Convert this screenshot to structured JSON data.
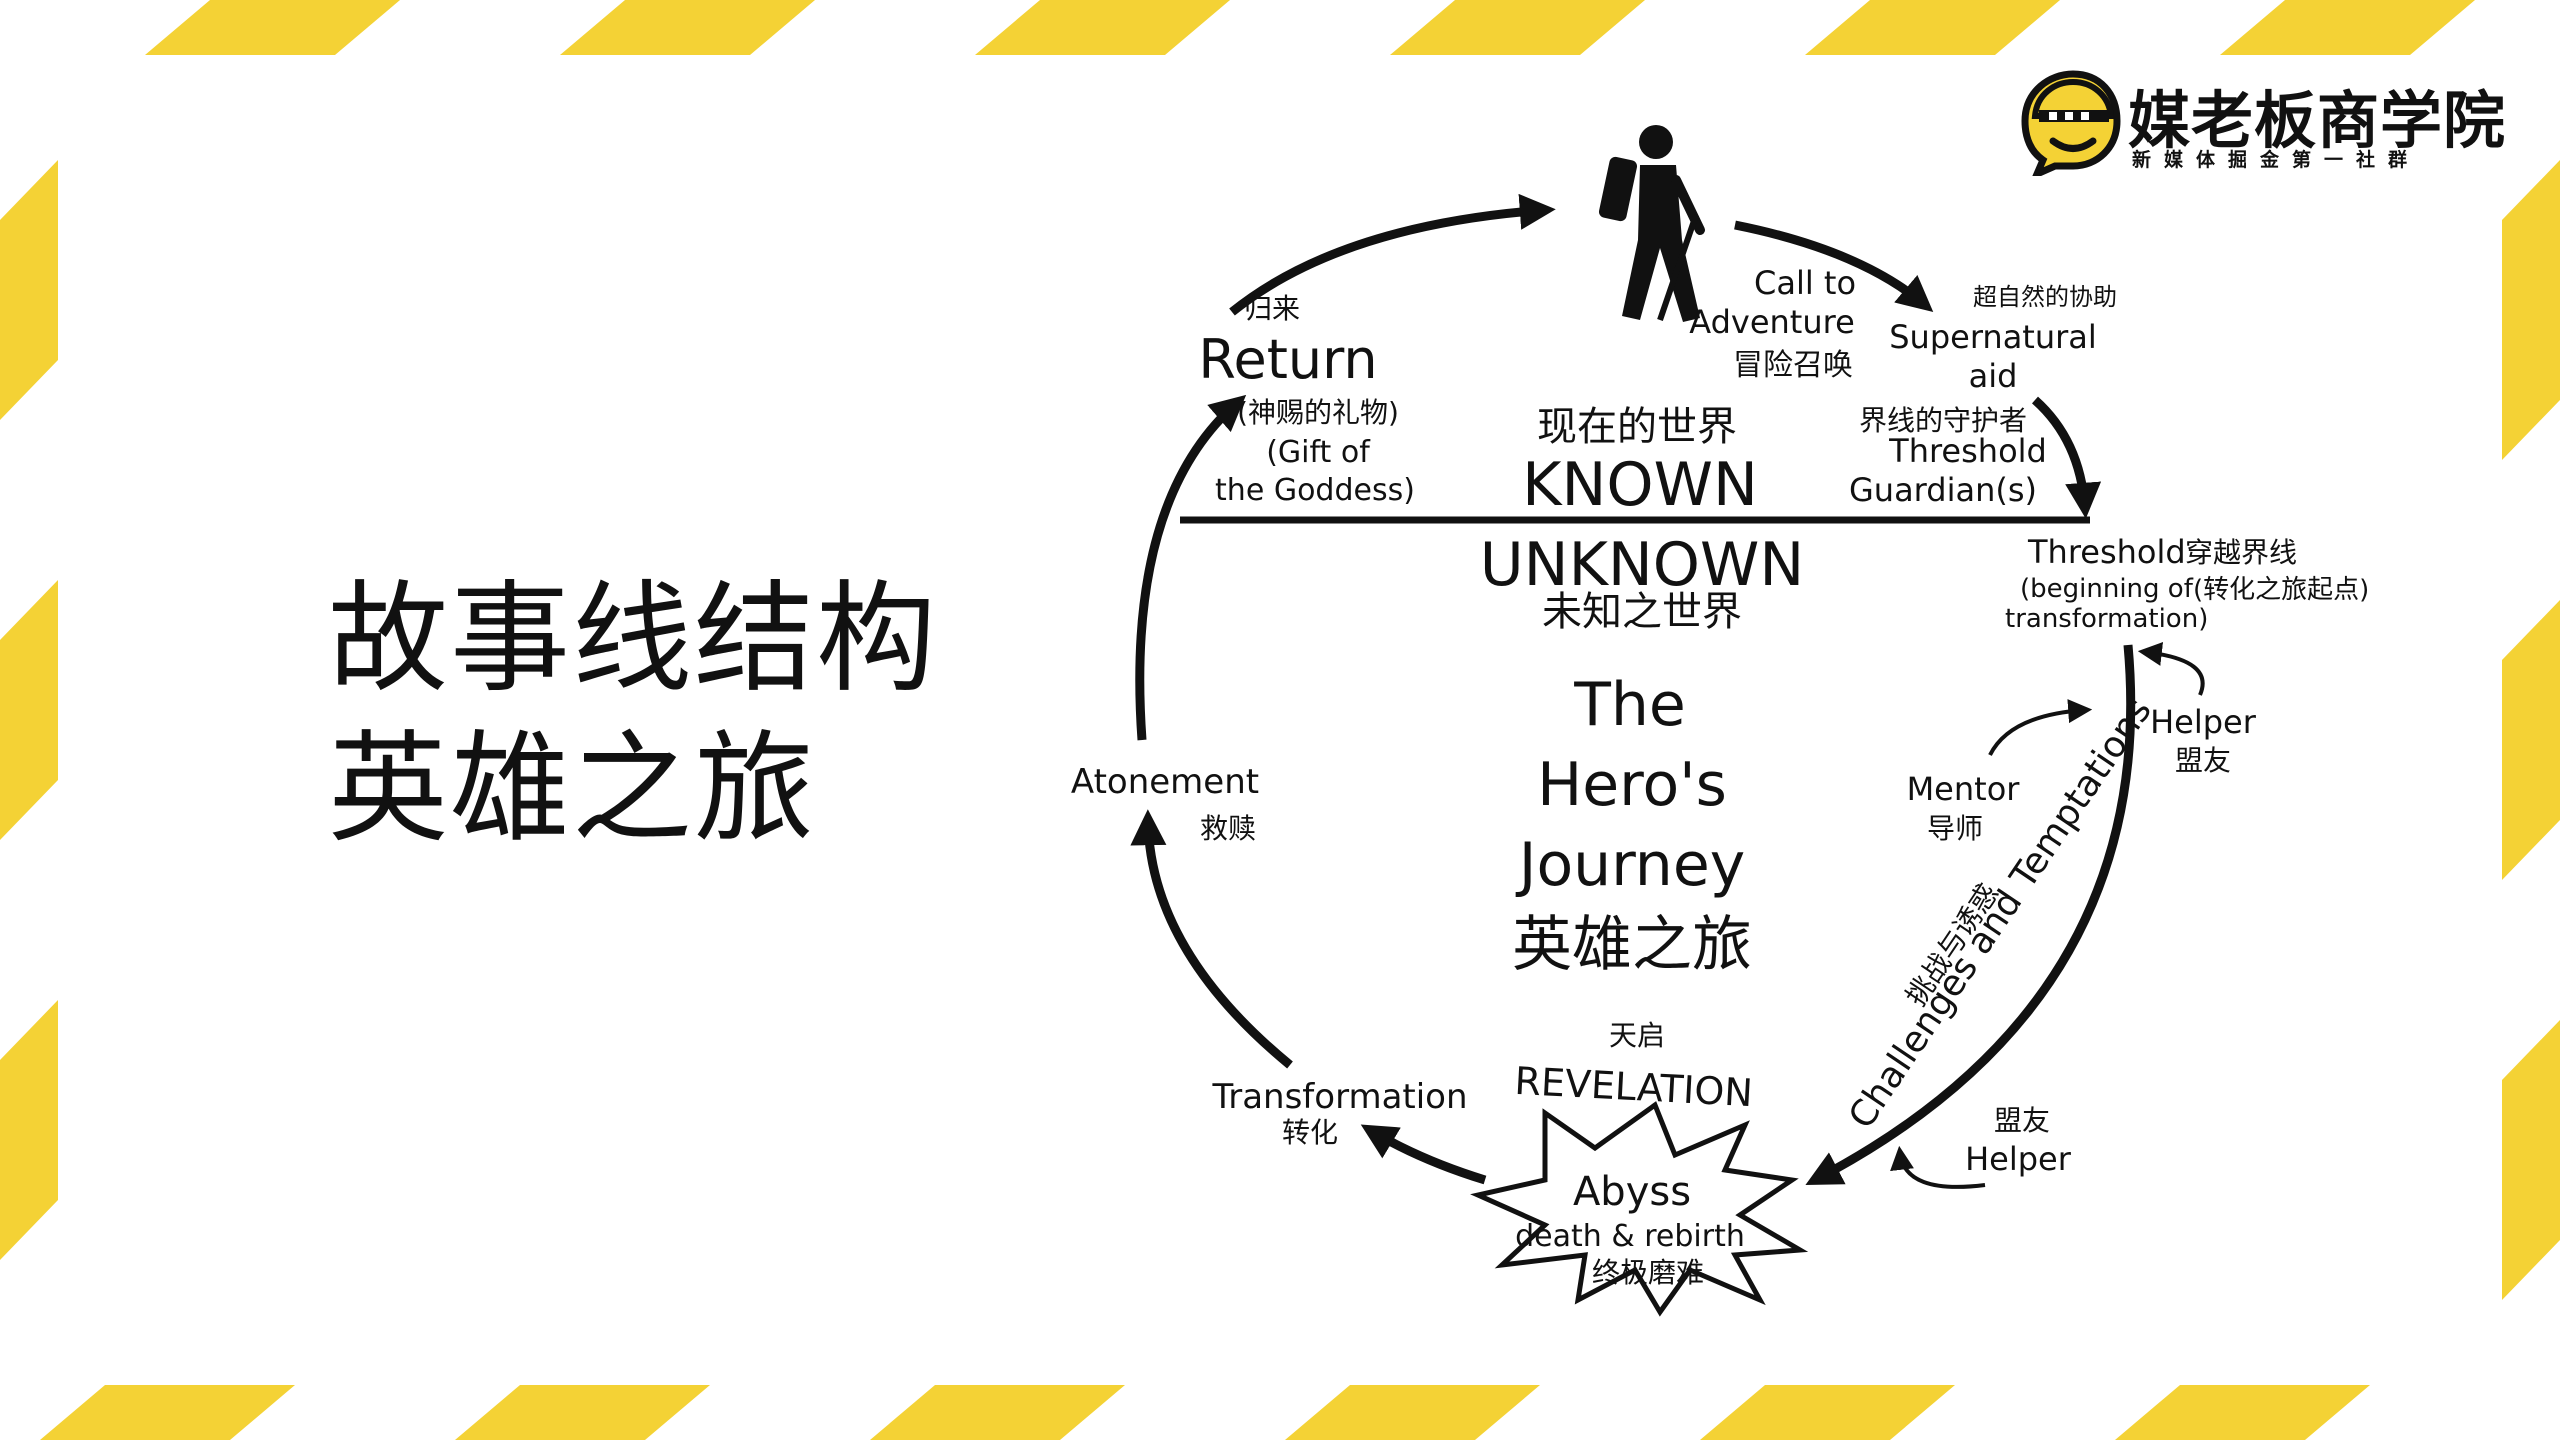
{
  "slide": {
    "title_line1": "故事线结构",
    "title_line2": "英雄之旅",
    "accent_color": "#f4d235"
  },
  "brand": {
    "name": "媒老板商学院",
    "slogan": "新媒体掘金第一社群",
    "logo_icon": "helmet-chat-bubble-icon"
  },
  "diagram": {
    "hero_icon": "hiker-icon",
    "center_title_1": "The",
    "center_title_2": "Hero's",
    "center_title_3": "Journey",
    "center_title_zh": "英雄之旅",
    "known_zh": "现在的世界",
    "known": "KNOWN",
    "unknown": "UNKNOWN",
    "unknown_zh": "未知之世界",
    "return_zh": "归来",
    "return": "Return",
    "gift_zh": "(神赐的礼物)",
    "gift_1": "(Gift of",
    "gift_2": "the Goddess)",
    "call_1": "Call to",
    "call_2": "Adventure",
    "call_zh": "冒险召唤",
    "supernatural_zh": "超自然的协助",
    "supernatural_1": "Supernatural",
    "supernatural_2": "aid",
    "guardian_zh": "界线的守护者",
    "guardian_1": "Threshold",
    "guardian_2": "Guardian(s)",
    "threshold": "Threshold",
    "threshold_zh": "穿越界线",
    "threshold_sub_1": "(beginning of",
    "threshold_sub_zh": "(转化之旅起点)",
    "threshold_sub_2": "transformation)",
    "helper_top": "Helper",
    "helper_top_zh": "盟友",
    "mentor": "Mentor",
    "mentor_zh": "导师",
    "challenges": "Challenges and Temptations",
    "challenges_zh": "挑战与诱惑",
    "helper_bottom_zh": "盟友",
    "helper_bottom": "Helper",
    "revelation_zh": "天启",
    "revelation": "REVELATION",
    "abyss": "Abyss",
    "abyss_sub": "death & rebirth",
    "abyss_zh": "终极磨难",
    "transformation": "Transformation",
    "transformation_zh": "转化",
    "atonement": "Atonement",
    "atonement_zh": "救赎"
  }
}
